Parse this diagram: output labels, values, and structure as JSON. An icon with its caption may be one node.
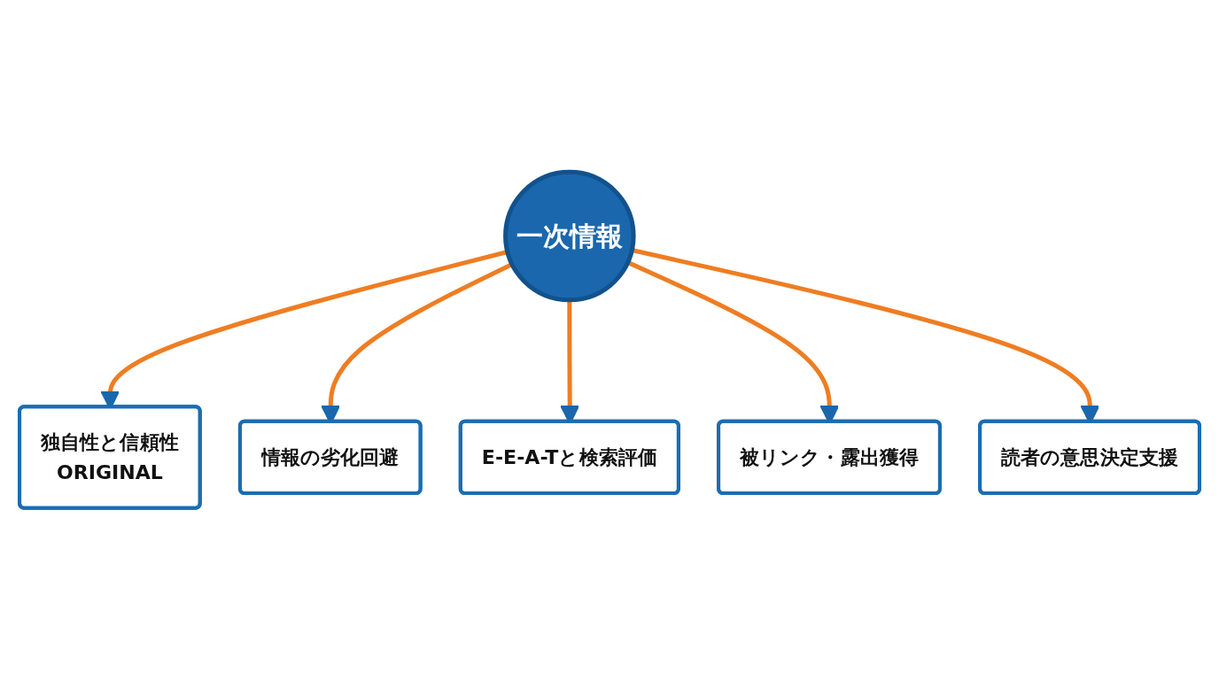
{
  "diagram": {
    "nodes": [
      {
        "text": [
          "独自性と信頼性",
          "ORIGINAL"
        ]
      },
      {
        "text": [
          "情報の劣化回避"
        ]
      },
      {
        "text": [
          "E-E-A-Tと検索評価"
        ]
      },
      {
        "text": [
          "一次情報"
        ]
      },
      {
        "text": [
          "被リンク・露出獲得"
        ]
      },
      {
        "text": [
          "読者の意思決定支援"
        ]
      }
    ],
    "edges": [
      {
        "from": 3,
        "to": 0,
        "arrow": "to"
      },
      {
        "from": 3,
        "to": 1,
        "arrow": "to"
      },
      {
        "from": 3,
        "to": 2,
        "arrow": "to"
      },
      {
        "from": 3,
        "to": 4,
        "arrow": "to"
      },
      {
        "from": 3,
        "to": 5,
        "arrow": "to"
      }
    ]
  }
}
